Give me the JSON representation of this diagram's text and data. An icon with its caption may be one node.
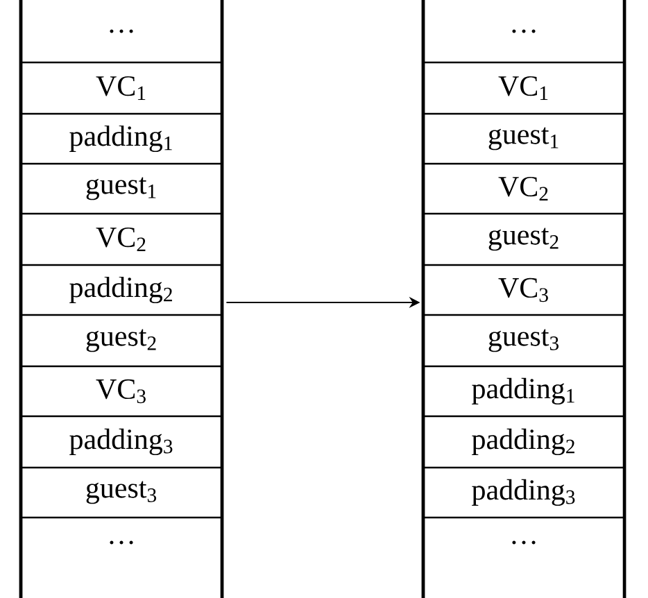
{
  "diagram": {
    "nodes": [
      {
        "text": [],
        "shape": "box"
      },
      {
        "text": [
          "…"
        ],
        "in": 0
      },
      {
        "text": [
          "VC$_{1}$"
        ],
        "in": 0
      },
      {
        "text": [
          "padding$_{1}$"
        ],
        "in": 0
      },
      {
        "text": [
          "guest$_{1}$"
        ],
        "in": 0
      },
      {
        "text": [
          "VC$_{2}$"
        ],
        "in": 0
      },
      {
        "text": [
          "padding$_{2}$"
        ],
        "in": 0
      },
      {
        "text": [
          "guest$_{2}$"
        ],
        "in": 0
      },
      {
        "text": [
          "VC$_{3}$"
        ],
        "in": 0
      },
      {
        "text": [
          "padding$_{3}$"
        ],
        "in": 0
      },
      {
        "text": [
          "guest$_{3}$"
        ],
        "in": 0
      },
      {
        "text": [
          "…"
        ],
        "in": 0
      },
      {
        "text": [],
        "shape": "box"
      },
      {
        "text": [
          "…"
        ],
        "in": 12
      },
      {
        "text": [
          "VC$_{1}$"
        ],
        "in": 12
      },
      {
        "text": [
          "guest$_{1}$"
        ],
        "in": 12
      },
      {
        "text": [
          "VC$_{2}$"
        ],
        "in": 12
      },
      {
        "text": [
          "guest$_{2}$"
        ],
        "in": 12
      },
      {
        "text": [
          "VC$_{3}$"
        ],
        "in": 12
      },
      {
        "text": [
          "guest$_{3}$"
        ],
        "in": 12
      },
      {
        "text": [
          "padding$_{1}$"
        ],
        "in": 12
      },
      {
        "text": [
          "padding$_{2}$"
        ],
        "in": 12
      },
      {
        "text": [
          "padding$_{3}$"
        ],
        "in": 12
      },
      {
        "text": [
          "…"
        ],
        "in": 12
      }
    ],
    "edges": [
      {
        "from": 0,
        "to": 12,
        "arrow": "to"
      }
    ]
  }
}
